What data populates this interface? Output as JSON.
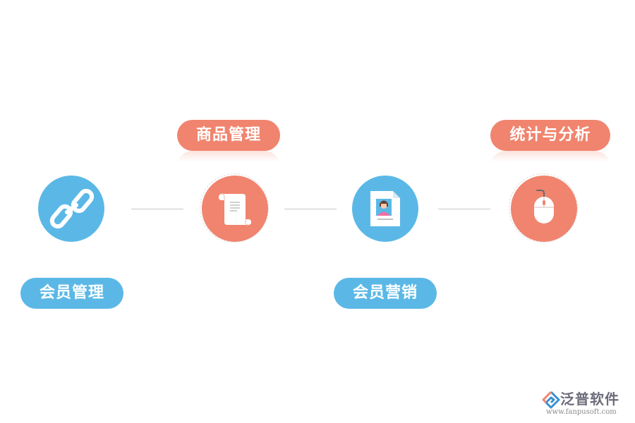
{
  "colors": {
    "blue": "#5bb8e6",
    "orange": "#f0846e",
    "line": "#c8c8c8"
  },
  "nodes": [
    {
      "label": "会员管理",
      "color": "#5bb8e6",
      "icon": "chain-link-icon",
      "label_position": "below"
    },
    {
      "label": "商品管理",
      "color": "#f0846e",
      "icon": "scroll-icon",
      "label_position": "above"
    },
    {
      "label": "会员营销",
      "color": "#5bb8e6",
      "icon": "id-card-document-icon",
      "label_position": "below"
    },
    {
      "label": "统计与分析",
      "color": "#f0846e",
      "icon": "mouse-icon",
      "label_position": "above"
    }
  ],
  "brand": {
    "name": "泛普软件",
    "url": "www.fanpusoft.com"
  }
}
